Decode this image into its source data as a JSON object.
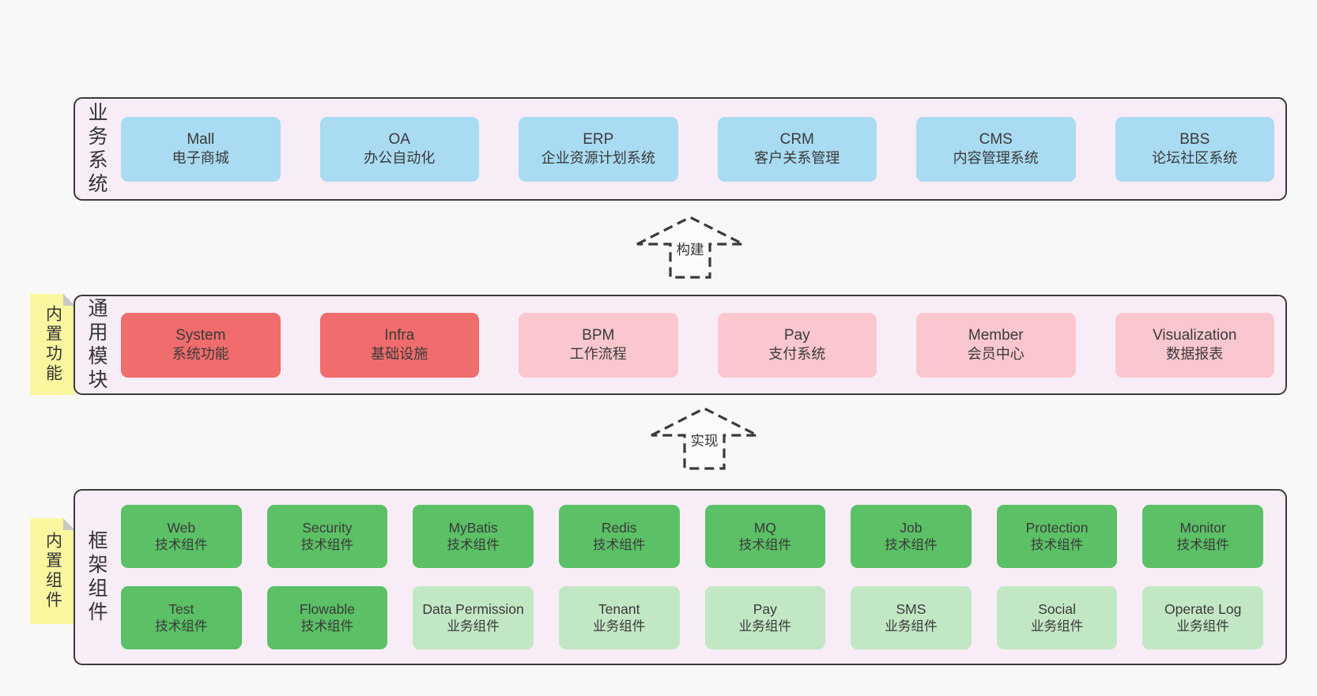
{
  "colors": {
    "page_bg": "#f8f8f8",
    "layer_bg": "#f8edf6",
    "layer_border": "#3b3b3b",
    "note_yellow": "#faf7a0",
    "note_fold_gray": "#c8c8c8",
    "box_blue": "#a9dbf2",
    "box_red": "#f16c6c",
    "box_pink": "#fbc7cf",
    "box_green_dark": "#5bc066",
    "box_green_light": "#c2e7c4",
    "text": "#3a3a3a"
  },
  "arrows": [
    {
      "label": "构建"
    },
    {
      "label": "实现"
    }
  ],
  "layers": [
    {
      "label": "业务系统",
      "rows": [
        [
          {
            "name": "Mall",
            "desc": "电子商城"
          },
          {
            "name": "OA",
            "desc": "办公自动化"
          },
          {
            "name": "ERP",
            "desc": "企业资源计划系统"
          },
          {
            "name": "CRM",
            "desc": "客户关系管理"
          },
          {
            "name": "CMS",
            "desc": "内容管理系统"
          },
          {
            "name": "BBS",
            "desc": "论坛社区系统"
          }
        ]
      ]
    },
    {
      "label": "通用模块",
      "note": "内置功能",
      "rows": [
        [
          {
            "name": "System",
            "desc": "系统功能"
          },
          {
            "name": "Infra",
            "desc": "基础设施"
          },
          {
            "name": "BPM",
            "desc": "工作流程"
          },
          {
            "name": "Pay",
            "desc": "支付系统"
          },
          {
            "name": "Member",
            "desc": "会员中心"
          },
          {
            "name": "Visualization",
            "desc": "数据报表"
          }
        ]
      ]
    },
    {
      "label": "框架组件",
      "note": "内置组件",
      "rows": [
        [
          {
            "name": "Web",
            "desc": "技术组件"
          },
          {
            "name": "Security",
            "desc": "技术组件"
          },
          {
            "name": "MyBatis",
            "desc": "技术组件"
          },
          {
            "name": "Redis",
            "desc": "技术组件"
          },
          {
            "name": "MQ",
            "desc": "技术组件"
          },
          {
            "name": "Job",
            "desc": "技术组件"
          },
          {
            "name": "Protection",
            "desc": "技术组件"
          },
          {
            "name": "Monitor",
            "desc": "技术组件"
          }
        ],
        [
          {
            "name": "Test",
            "desc": "技术组件"
          },
          {
            "name": "Flowable",
            "desc": "技术组件"
          },
          {
            "name": "Data Permission",
            "desc": "业务组件"
          },
          {
            "name": "Tenant",
            "desc": "业务组件"
          },
          {
            "name": "Pay",
            "desc": "业务组件"
          },
          {
            "name": "SMS",
            "desc": "业务组件"
          },
          {
            "name": "Social",
            "desc": "业务组件"
          },
          {
            "name": "Operate Log",
            "desc": "业务组件"
          }
        ]
      ]
    }
  ]
}
